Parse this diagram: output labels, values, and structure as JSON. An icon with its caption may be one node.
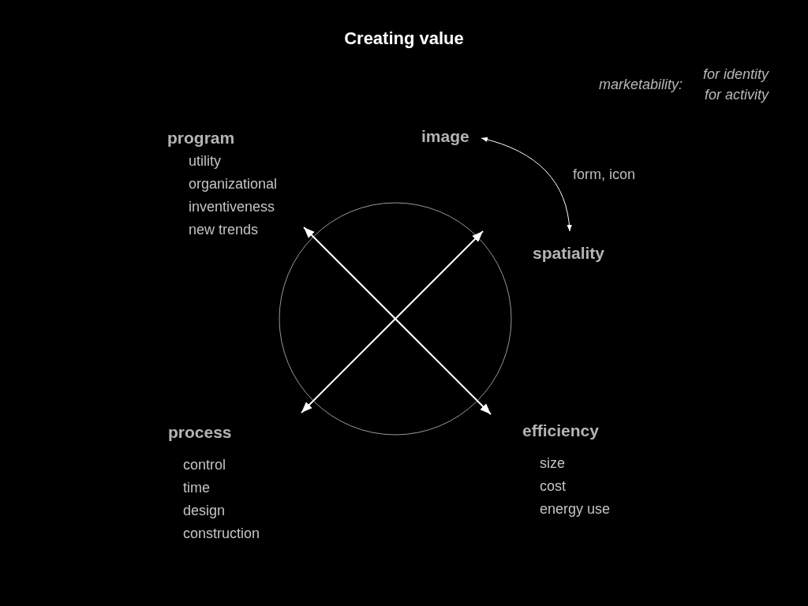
{
  "diagram": {
    "title": "Creating value",
    "nodes": [
      {
        "text": [
          "program",
          "utility",
          "organizational",
          "inventiveness",
          "new trends"
        ]
      },
      {
        "text": [
          "image"
        ]
      },
      {
        "text": [
          "spatiality"
        ]
      },
      {
        "text": [
          "process",
          "control",
          "time",
          "design",
          "construction"
        ]
      },
      {
        "text": [
          "efficiency",
          "size",
          "cost",
          "energy use"
        ]
      }
    ],
    "edges": [
      {
        "from": 0,
        "to": 4,
        "arrow": "both"
      },
      {
        "from": 3,
        "to": 2,
        "arrow": "both"
      },
      {
        "from": 1,
        "to": 2,
        "arrow": "both",
        "label": "form, icon"
      }
    ],
    "labels": [
      "marketability:",
      "for identity",
      "for activity"
    ]
  }
}
